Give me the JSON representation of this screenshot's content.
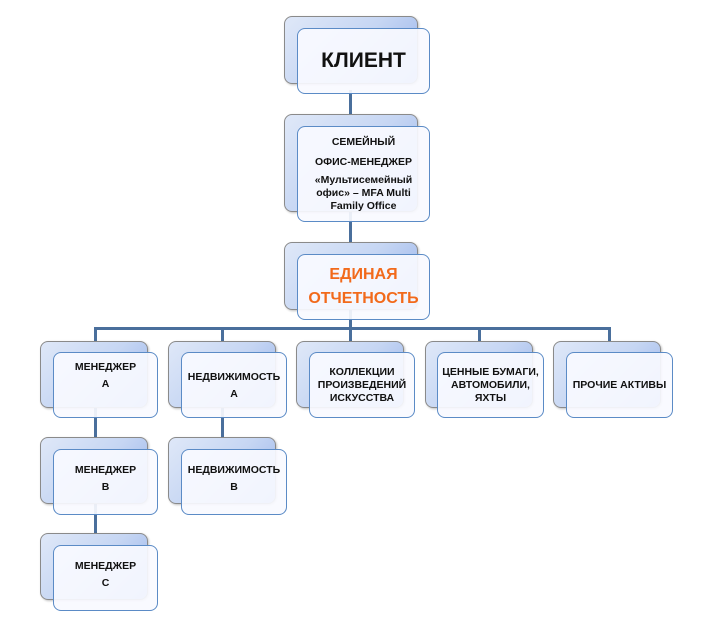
{
  "client": {
    "label": "КЛИЕНТ"
  },
  "office": {
    "line1": "СЕМЕЙНЫЙ",
    "line2": "ОФИС-МЕНЕДЖЕР",
    "line3": "«Мультисемейный офис» – MFA Multi Family Office"
  },
  "reporting": {
    "line1": "ЕДИНАЯ",
    "line2": "ОТЧЕТНОСТЬ",
    "color": "#f26a1b"
  },
  "managers": [
    {
      "line1": "МЕНЕДЖЕР",
      "line2": "А"
    },
    {
      "line1": "МЕНЕДЖЕР",
      "line2": "В"
    },
    {
      "line1": "МЕНЕДЖЕР",
      "line2": "С"
    }
  ],
  "real_estate": [
    {
      "line1": "НЕДВИЖИМОСТЬ",
      "line2": "А"
    },
    {
      "line1": "НЕДВИЖИМОСТЬ",
      "line2": "В"
    }
  ],
  "art": {
    "label": "КОЛЛЕКЦИИ ПРОИЗВЕДЕНИЙ ИСКУССТВА"
  },
  "securities": {
    "label": "ЦЕННЫЕ БУМАГИ, АВТОМОБИЛИ, ЯХТЫ"
  },
  "other": {
    "label": "ПРОЧИЕ АКТИВЫ"
  }
}
